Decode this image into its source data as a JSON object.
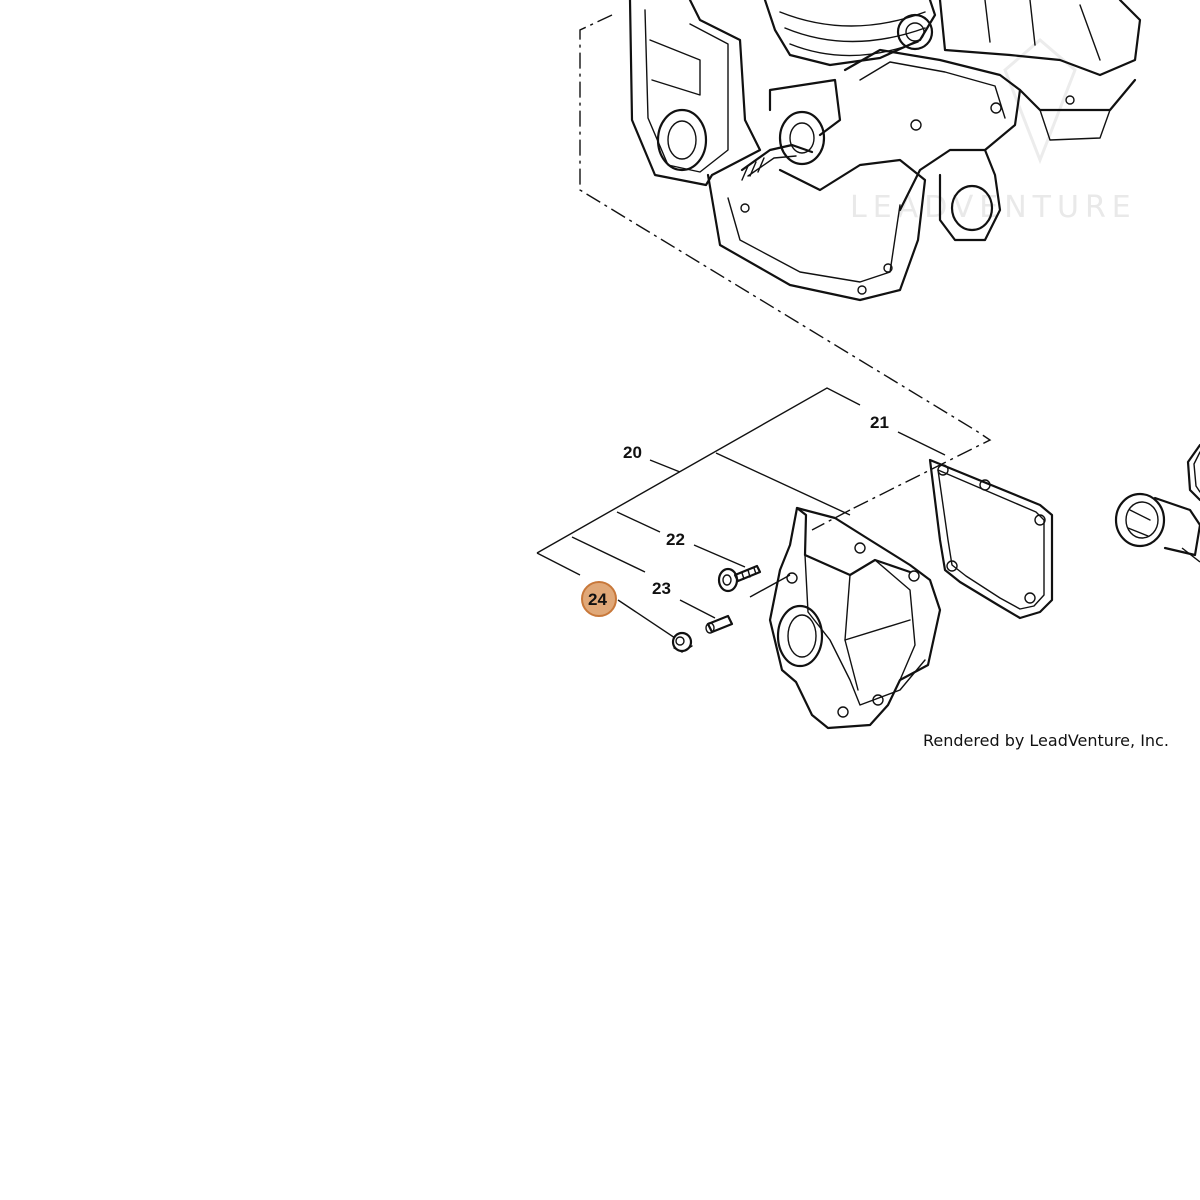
{
  "diagram": {
    "watermark": "LEADVENTURE",
    "credit": "Rendered by LeadVenture, Inc.",
    "highlight_color": "#e0a878",
    "highlight_stroke": "#c8783a",
    "callouts": [
      {
        "id": "20",
        "label": "20"
      },
      {
        "id": "21",
        "label": "21"
      },
      {
        "id": "22",
        "label": "22"
      },
      {
        "id": "23",
        "label": "23"
      },
      {
        "id": "24",
        "label": "24",
        "highlighted": true
      }
    ]
  }
}
